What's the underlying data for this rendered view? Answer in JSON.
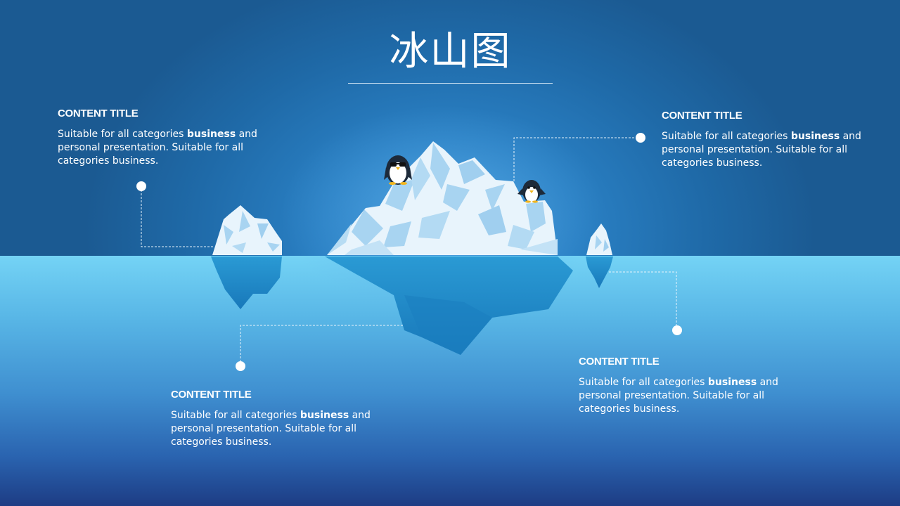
{
  "slide": {
    "title": "冰山图",
    "sections": [
      {
        "id": "top_left",
        "title": "CONTENT TITLE",
        "text_before": "Suitable for all categories ",
        "text_bold": "business",
        "text_after": " and personal presentation. Suitable for all categories business."
      },
      {
        "id": "top_right",
        "title": "CONTENT TITLE",
        "text_before": "Suitable for all categories ",
        "text_bold": "business",
        "text_after": " and personal presentation. Suitable for all categories business."
      },
      {
        "id": "bottom_left",
        "title": "CONTENT TITLE",
        "text_before": "Suitable for all categories ",
        "text_bold": "business",
        "text_after": " and personal presentation. Suitable for all categories business."
      },
      {
        "id": "bottom_right",
        "title": "CONTENT TITLE",
        "text_before": "Suitable for all categories ",
        "text_bold": "business",
        "text_after": " and personal presentation. Suitable for all categories business."
      }
    ]
  },
  "colors": {
    "sky": "#2a80c4",
    "sea_top": "#74d3f5",
    "sea_bottom": "#1d3c84",
    "ice_light": "#e6f3fc",
    "ice_shade": "#a9d6f2",
    "underwater_ice": "#2795d0",
    "text": "#ffffff"
  },
  "icons": [
    "penguin-with-sunglasses-icon",
    "penguin-icon"
  ]
}
